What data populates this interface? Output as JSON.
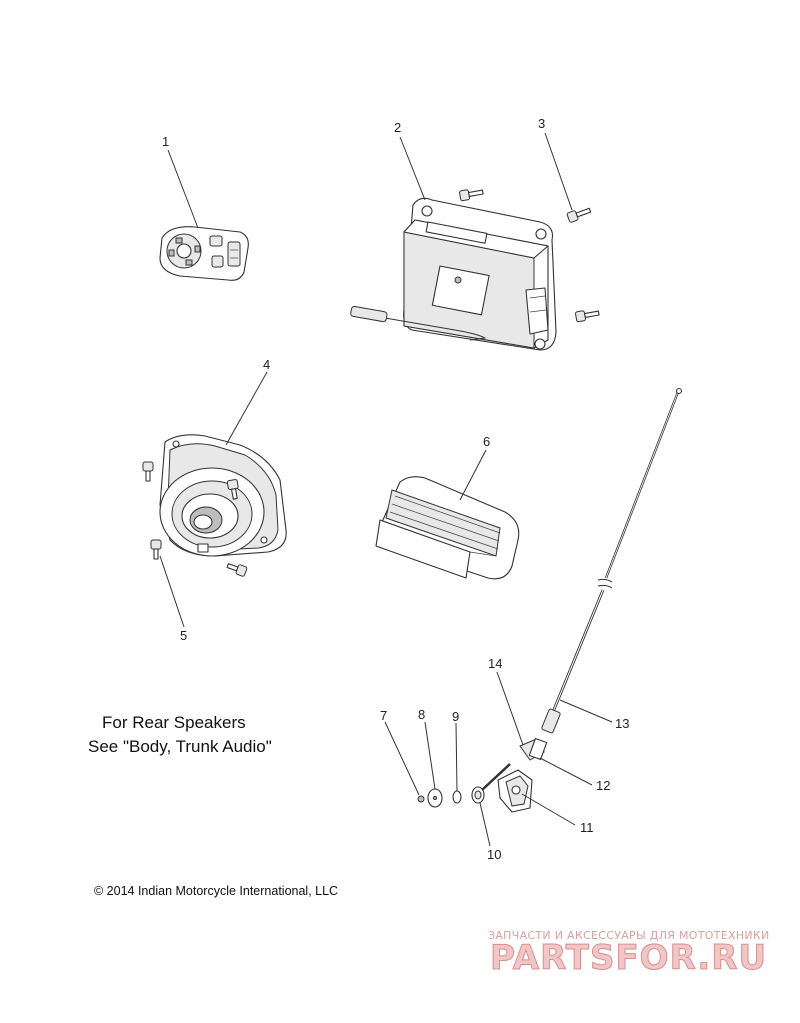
{
  "callouts": {
    "c1": "1",
    "c2": "2",
    "c3": "3",
    "c4": "4",
    "c5": "5",
    "c6": "6",
    "c7": "7",
    "c8": "8",
    "c9": "9",
    "c10": "10",
    "c11": "11",
    "c12": "12",
    "c13": "13",
    "c14": "14"
  },
  "note": {
    "line1": "For Rear Speakers",
    "line2": "See \"Body, Trunk Audio\""
  },
  "copyright": "© 2014 Indian Motorcycle International, LLC",
  "watermark": {
    "subtitle": "ЗАПЧАСТИ И АКСЕССУАРЫ ДЛЯ МОТОТЕХНИКИ",
    "logo": "PARTSFOR.RU"
  }
}
